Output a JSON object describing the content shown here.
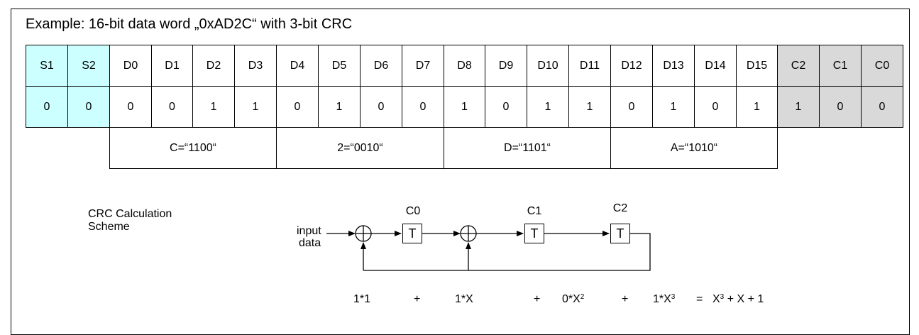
{
  "title": "Example: 16-bit data word „0xAD2C“ with 3-bit CRC",
  "bits": [
    {
      "name": "S1",
      "value": "0",
      "kind": "sync"
    },
    {
      "name": "S2",
      "value": "0",
      "kind": "sync"
    },
    {
      "name": "D0",
      "value": "0",
      "kind": "data"
    },
    {
      "name": "D1",
      "value": "0",
      "kind": "data"
    },
    {
      "name": "D2",
      "value": "1",
      "kind": "data"
    },
    {
      "name": "D3",
      "value": "1",
      "kind": "data"
    },
    {
      "name": "D4",
      "value": "0",
      "kind": "data"
    },
    {
      "name": "D5",
      "value": "1",
      "kind": "data"
    },
    {
      "name": "D6",
      "value": "0",
      "kind": "data"
    },
    {
      "name": "D7",
      "value": "0",
      "kind": "data"
    },
    {
      "name": "D8",
      "value": "1",
      "kind": "data"
    },
    {
      "name": "D9",
      "value": "0",
      "kind": "data"
    },
    {
      "name": "D10",
      "value": "1",
      "kind": "data"
    },
    {
      "name": "D11",
      "value": "1",
      "kind": "data"
    },
    {
      "name": "D12",
      "value": "0",
      "kind": "data"
    },
    {
      "name": "D13",
      "value": "1",
      "kind": "data"
    },
    {
      "name": "D14",
      "value": "0",
      "kind": "data"
    },
    {
      "name": "D15",
      "value": "1",
      "kind": "data"
    },
    {
      "name": "C2",
      "value": "1",
      "kind": "crc"
    },
    {
      "name": "C1",
      "value": "0",
      "kind": "crc"
    },
    {
      "name": "C0",
      "value": "0",
      "kind": "crc"
    }
  ],
  "nibbles": [
    "C=“1100“",
    "2=“0010“",
    "D=“1101“",
    "A=“1010“"
  ],
  "scheme": {
    "label_line1": "CRC Calculation",
    "label_line2": "Scheme",
    "input_line1": "input",
    "input_line2": "data",
    "registers": [
      {
        "label": "C0",
        "box": "T"
      },
      {
        "label": "C1",
        "box": "T"
      },
      {
        "label": "C2",
        "box": "T"
      }
    ]
  },
  "formula": {
    "t1": "1*1",
    "p1": "+",
    "t2": "1*X",
    "p2": "+",
    "t3": "0*X",
    "t3_exp": "2",
    "p3": "+",
    "t4": "1*X",
    "t4_exp": "3",
    "eq": "=",
    "r1": "X",
    "r1_exp": "3",
    "r2": "+ X + 1"
  }
}
